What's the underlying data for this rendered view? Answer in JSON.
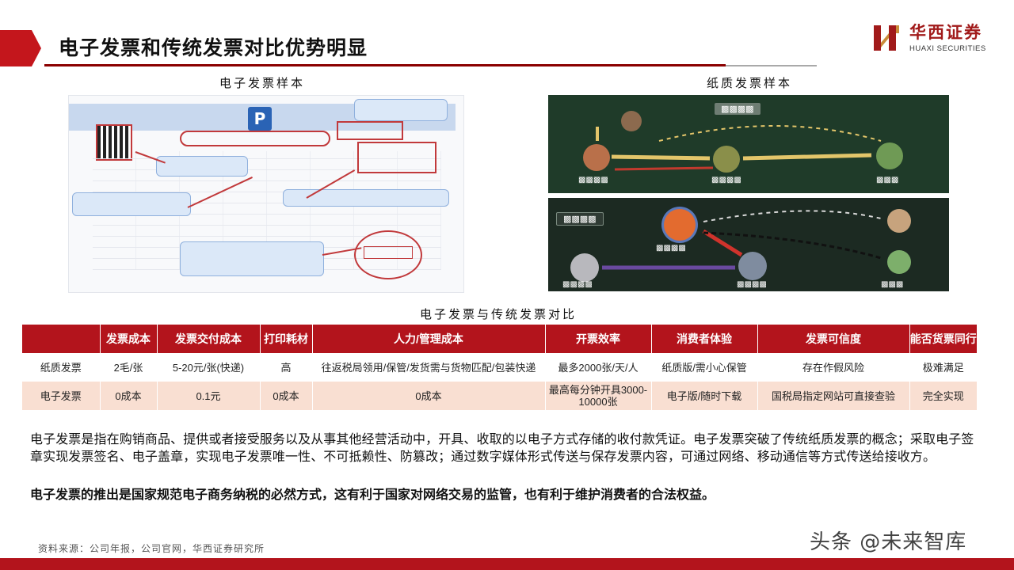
{
  "header": {
    "title": "电子发票和传统发票对比优势明显",
    "accent_color": "#c4161c"
  },
  "logo": {
    "cn": "华西证券",
    "en": "HUAXI SECURITIES",
    "brand_color": "#a11a1a"
  },
  "samples": {
    "electronic_caption": "电子发票样本",
    "paper_caption": "纸质发票样本"
  },
  "table": {
    "caption": "电子发票与传统发票对比",
    "headers": [
      "",
      "发票成本",
      "发票交付成本",
      "打印耗材",
      "人力/管理成本",
      "开票效率",
      "消费者体验",
      "发票可信度",
      "能否货票同行"
    ],
    "rows": [
      [
        "纸质发票",
        "2毛/张",
        "5-20元/张(快递)",
        "高",
        "往返税局领用/保管/发货需与货物匹配/包装快递",
        "最多2000张/天/人",
        "纸质版/需小心保管",
        "存在作假风险",
        "极难满足"
      ],
      [
        "电子发票",
        "0成本",
        "0.1元",
        "0成本",
        "0成本",
        "最高每分钟开具3000-10000张",
        "电子版/随时下载",
        "国税局指定网站可直接查验",
        "完全实现"
      ]
    ],
    "header_color": "#b3141c",
    "alt_row_color": "#f9dfd2"
  },
  "body": {
    "paragraph": "电子发票是指在购销商品、提供或者接受服务以及从事其他经营活动中，开具、收取的以电子方式存储的收付款凭证。电子发票突破了传统纸质发票的概念；采取电子签章实现发票签名、电子盖章，实现电子发票唯一性、不可抵赖性、防篡改；通过数字媒体形式传送与保存发票内容，可通过网络、移动通信等方式传送给接收方。",
    "emphasis": "电子发票的推出是国家规范电子商务纳税的必然方式，这有利于国家对网络交易的监管，也有利于维护消费者的合法权益。"
  },
  "footer": {
    "source": "资料来源：公司年报，公司官网，华西证券研究所",
    "watermark": "头条 @未来智库"
  }
}
